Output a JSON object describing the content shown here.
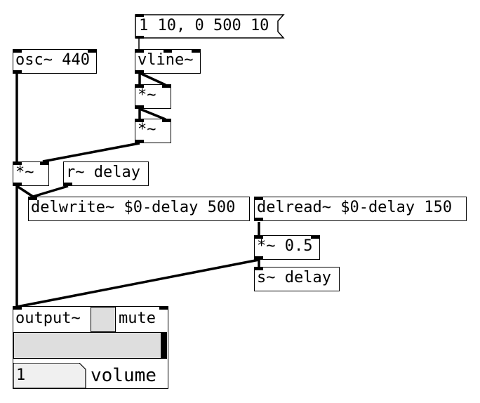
{
  "message": {
    "text": "1 10, 0 500 10"
  },
  "objects": {
    "osc": "osc~ 440",
    "vline": "vline~",
    "mul1": "*~",
    "mul2": "*~",
    "mul3": "*~",
    "receive": "r~ delay",
    "delwrite": "delwrite~ $0-delay 500",
    "delread": "delread~ $0-delay 150",
    "mul_gain": "*~ 0.5",
    "send": "s~ delay"
  },
  "output": {
    "label": "output~",
    "mute_label": "mute",
    "volume_label": "volume",
    "number_value": "1",
    "mute_on": false,
    "volume_level": 1.0
  },
  "colors": {
    "wire": "#000000",
    "gui_fill": "#dedede",
    "number_fill": "#f0f0f0"
  }
}
